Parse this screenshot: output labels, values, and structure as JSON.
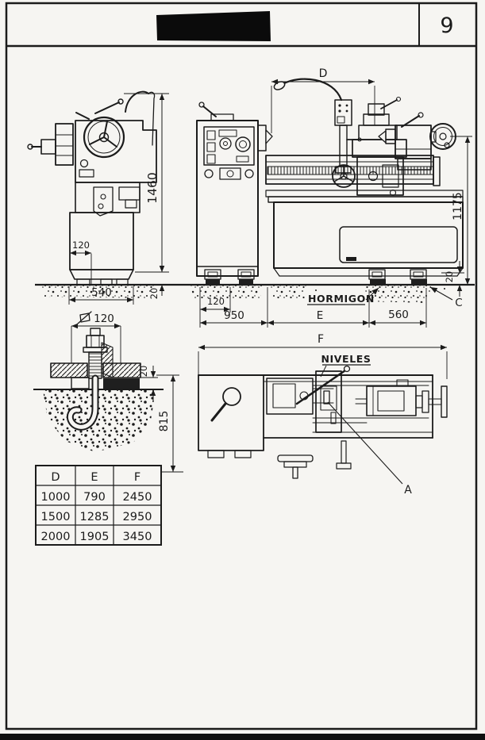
{
  "header": {
    "page_number": "9"
  },
  "dims": {
    "side": {
      "height": "1460",
      "foot_offset": "120",
      "base_width": "540",
      "grout": "20"
    },
    "anchor": {
      "square": "120",
      "plate": "20"
    },
    "front": {
      "span": "D",
      "center_height": "1175",
      "grout": "20",
      "foot_offset": "120",
      "left_base": "950",
      "mid_span": "E",
      "right_base": "560"
    },
    "plan": {
      "span": "F",
      "depth": "815"
    }
  },
  "notes": {
    "concrete": "HORMIGON",
    "levels": "NIVELES",
    "ref_c": "C",
    "ref_a": "A"
  },
  "table": {
    "headers": [
      "D",
      "E",
      "F"
    ],
    "rows": [
      [
        "1000",
        "790",
        "2450"
      ],
      [
        "1500",
        "1285",
        "2950"
      ],
      [
        "2000",
        "1905",
        "3450"
      ]
    ]
  }
}
